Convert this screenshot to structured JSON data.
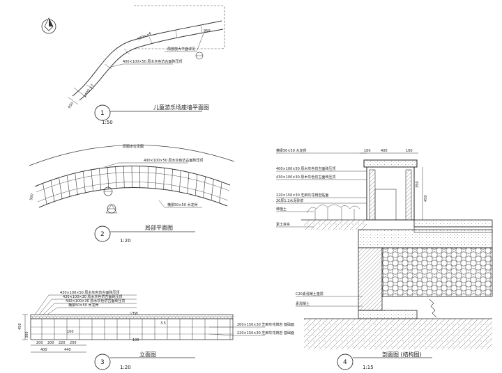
{
  "drawings": [
    {
      "number": "1",
      "title": "儿童游乐场座墙平面图",
      "scale": "1:50"
    },
    {
      "number": "2",
      "title": "局部平面图",
      "scale": "1:20"
    },
    {
      "number": "3",
      "title": "立面图",
      "scale": "1:20"
    },
    {
      "number": "4",
      "title": "剖面图 (结构图)",
      "scale": "1:15"
    }
  ],
  "plan1": {
    "callout_main": "400×100×50 原木灰色仿古面砖压顶",
    "callout_detail": "局部放大平面详见",
    "dim_a": "950",
    "dim_b": "5800 ×6",
    "dim_c": "1400 ×3",
    "dim_d": "950"
  },
  "plan2": {
    "callout_top": "原图定位见图",
    "callout_main": "400×100×50 原木灰色仿古面砖压顶",
    "callout_side": "横梁50×50 木龙骨",
    "dim_left": "500"
  },
  "elev3": {
    "callouts": [
      "430×100×50 原木灰色仿古面砖压顶",
      "430×100×30 原木灰色仿古面砖压顶",
      "430×100×30 原木灰色仿古面砖压顶",
      "横梁50×50 木龙骨"
    ],
    "level_mark": "▽TW",
    "dims_bottom": [
      "200",
      "200",
      "220",
      "200"
    ],
    "dims_bottom2": [
      "400",
      "440"
    ],
    "dims_left": [
      "450",
      "300"
    ],
    "right_notes": [
      "200×150×30 芝麻灰花岗岩  基础面",
      "220×150×30 芝麻灰花岗岩  基础面"
    ],
    "inner_labels": [
      "100",
      "100",
      "3.5"
    ]
  },
  "section4": {
    "callouts_left": [
      "横梁50×50 木龙骨",
      "400×100×50 原木灰色仿古面砖压顶",
      "430×100×30 原木灰色仿古面砖压顶",
      "220×150×30 芝麻灰花岗岩贴面",
      "20厚1:2水泥砂浆",
      "种植土",
      "素土夯实"
    ],
    "callouts_bottom": [
      "C20素混凝土垫层",
      "素混凝土"
    ],
    "dims_top": [
      "100",
      "400",
      "100"
    ],
    "dims_right": [
      "450",
      "350"
    ]
  }
}
